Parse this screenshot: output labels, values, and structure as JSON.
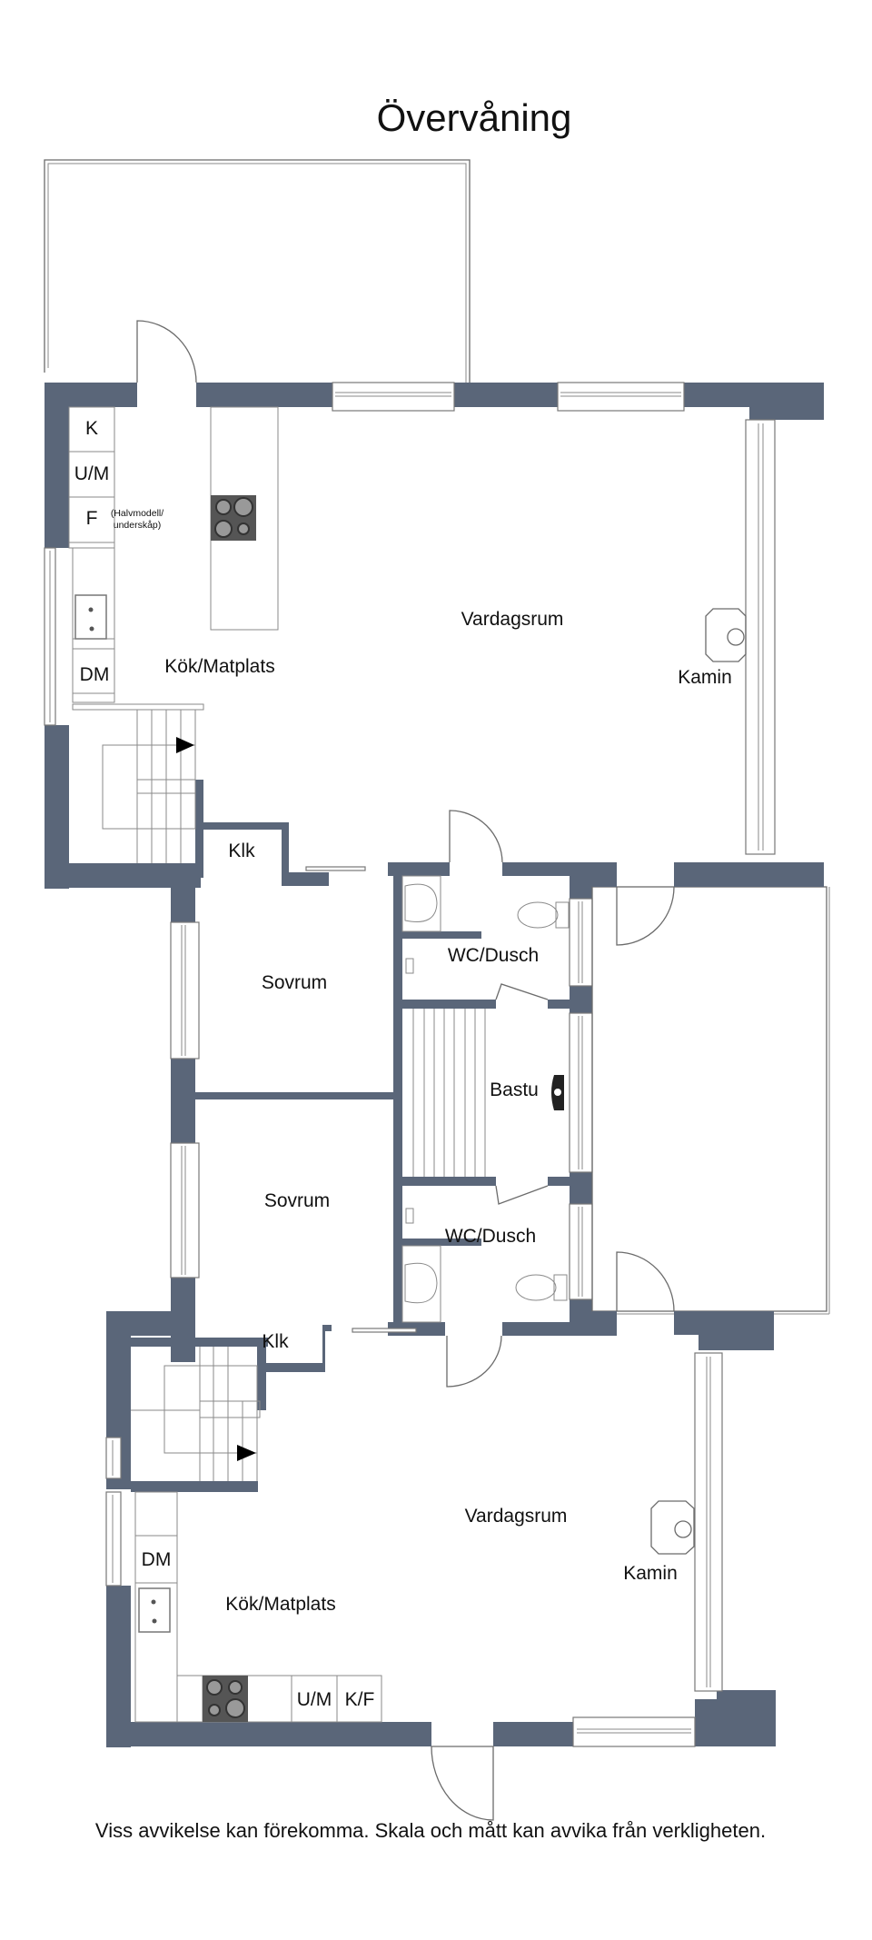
{
  "title": "Övervåning",
  "footer": "Viss avvikelse kan förekomma. Skala och mått kan avvika från verkligheten.",
  "colors": {
    "wall": "#5a6679",
    "background": "#ffffff",
    "lines": "#6b6b6b"
  },
  "upper_unit": {
    "kitchen": {
      "label": "Kök/Matplats",
      "cabinets": [
        "K",
        "U/M",
        "F"
      ],
      "note_line1": "(Halvmodell/",
      "note_line2": "underskåp)",
      "dishwasher": "DM"
    },
    "living": {
      "label": "Vardagsrum",
      "fireplace": "Kamin"
    },
    "closet": "Klk",
    "bedroom": "Sovrum",
    "bathroom": "WC/Dusch"
  },
  "center": {
    "sauna": "Bastu"
  },
  "lower_unit": {
    "bedroom": "Sovrum",
    "bathroom": "WC/Dusch",
    "closet": "Klk",
    "living": {
      "label": "Vardagsrum",
      "fireplace": "Kamin"
    },
    "kitchen": {
      "label": "Kök/Matplats",
      "dishwasher": "DM",
      "cabinets": [
        "U/M",
        "K/F"
      ]
    }
  }
}
